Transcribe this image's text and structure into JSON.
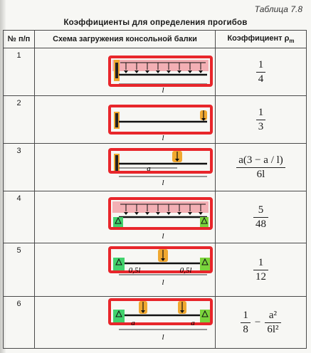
{
  "caption": "Таблица 7.8",
  "heading": "Коэффициенты для определения прогибов",
  "columns": {
    "num": "№ п/п",
    "scheme": "Схема загружения консольной балки",
    "coef_prefix": "Коэффициент ",
    "coef_symbol": "ρ",
    "coef_sub": "m"
  },
  "rows": [
    {
      "num": "1",
      "scheme_label": "l",
      "coef_num": "1",
      "coef_den": "4"
    },
    {
      "num": "2",
      "scheme_label": "l",
      "coef_num": "1",
      "coef_den": "3"
    },
    {
      "num": "3",
      "scheme_label_a": "a",
      "scheme_label_l": "l",
      "coef_num": "a(3 − a / l)",
      "coef_den": "6l"
    },
    {
      "num": "4",
      "scheme_label": "l",
      "coef_num": "5",
      "coef_den": "48"
    },
    {
      "num": "5",
      "scheme_label_half_left": "0,5l",
      "scheme_label_half_right": "0,5l",
      "scheme_label": "l",
      "coef_num": "1",
      "coef_den": "12"
    },
    {
      "num": "6",
      "scheme_label_a1": "a",
      "scheme_label_a2": "a",
      "scheme_label": "l",
      "coef_t1_num": "1",
      "coef_t1_den": "8",
      "coef_minus": "−",
      "coef_t2_num": "a²",
      "coef_t2_den": "6l²"
    }
  ],
  "colors": {
    "annotation_red": "#e8262b",
    "load_pink": "#f2a2a8",
    "force_orange": "#f0a830",
    "support_green": "#42d26d",
    "support_lime": "#7ad43c"
  }
}
